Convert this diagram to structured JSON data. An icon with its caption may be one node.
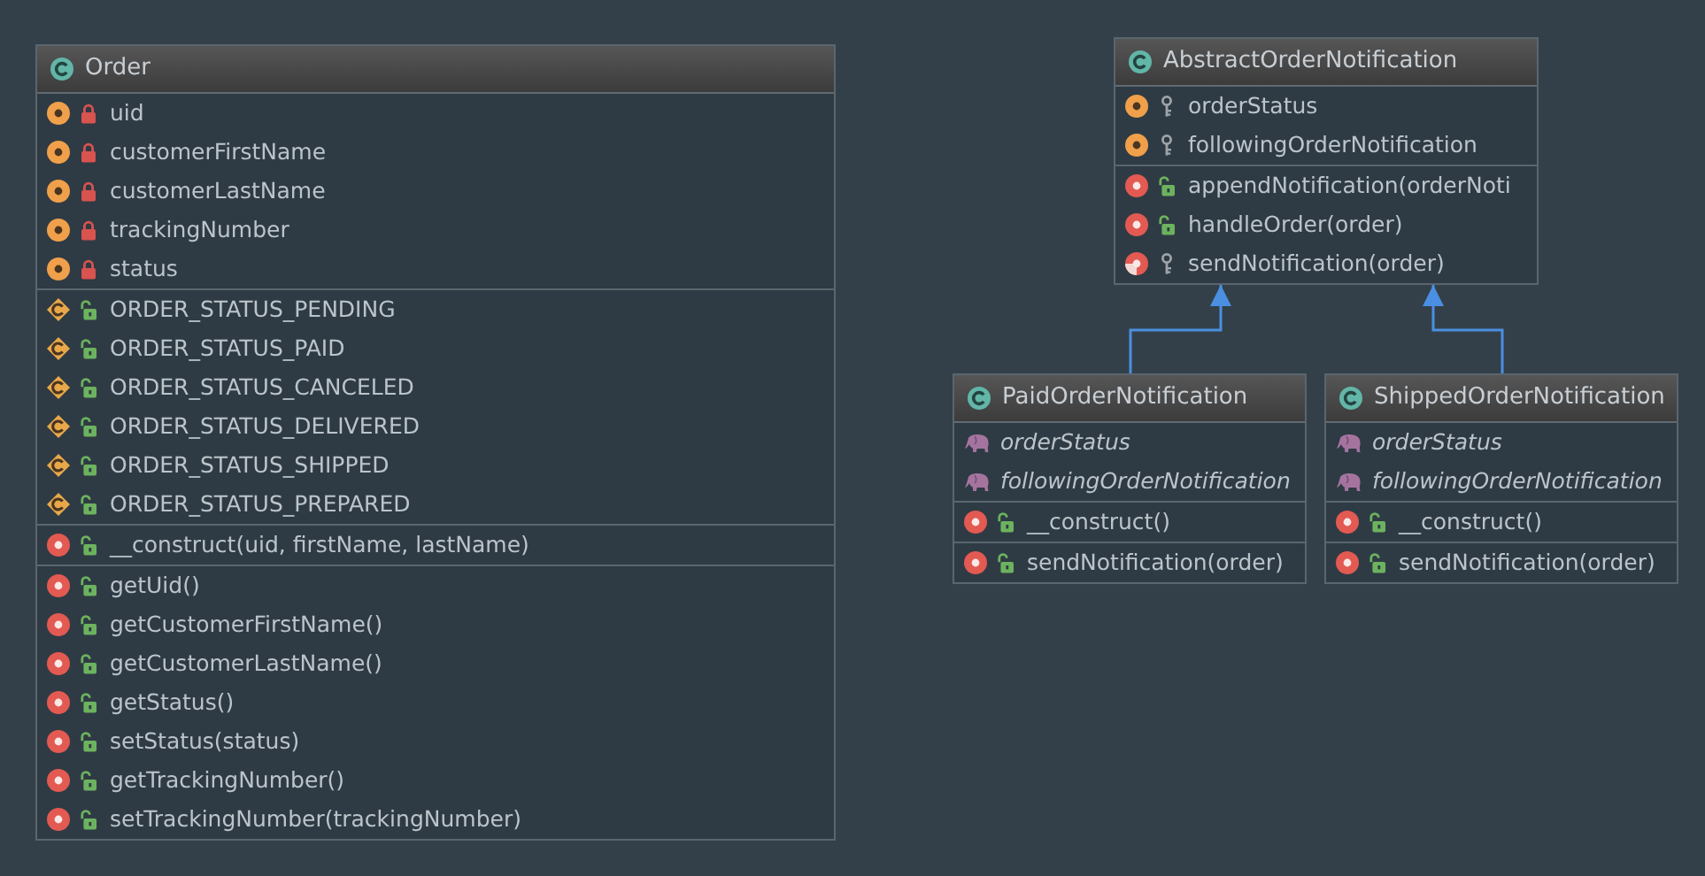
{
  "diagram": {
    "nodes": [
      {
        "text": [
          "Order",
          "uid",
          "customerFirstName",
          "customerLastName",
          "trackingNumber",
          "status",
          "ORDER_STATUS_PENDING",
          "ORDER_STATUS_PAID",
          "ORDER_STATUS_CANCELED",
          "ORDER_STATUS_DELIVERED",
          "ORDER_STATUS_SHIPPED",
          "ORDER_STATUS_PREPARED",
          "__construct(uid, firstName, lastName)",
          "getUid()",
          "getCustomerFirstName()",
          "getCustomerLastName()",
          "getStatus()",
          "setStatus(status)",
          "getTrackingNumber()",
          "setTrackingNumber(trackingNumber)"
        ]
      },
      {
        "text": [
          "AbstractOrderNotification",
          "orderStatus",
          "followingOrderNotification",
          "appendNotification(orderNoti",
          "handleOrder(order)",
          "sendNotification(order)"
        ]
      },
      {
        "text": [
          "PaidOrderNotification",
          "orderStatus",
          "followingOrderNotification",
          "__construct()",
          "sendNotification(order)"
        ]
      },
      {
        "text": [
          "ShippedOrderNotification",
          "orderStatus",
          "followingOrderNotification",
          "__construct()",
          "sendNotification(order)"
        ]
      }
    ],
    "edges": [
      {
        "from": 2,
        "to": 1,
        "arrow": "to"
      },
      {
        "from": 3,
        "to": 1,
        "arrow": "to"
      }
    ]
  }
}
